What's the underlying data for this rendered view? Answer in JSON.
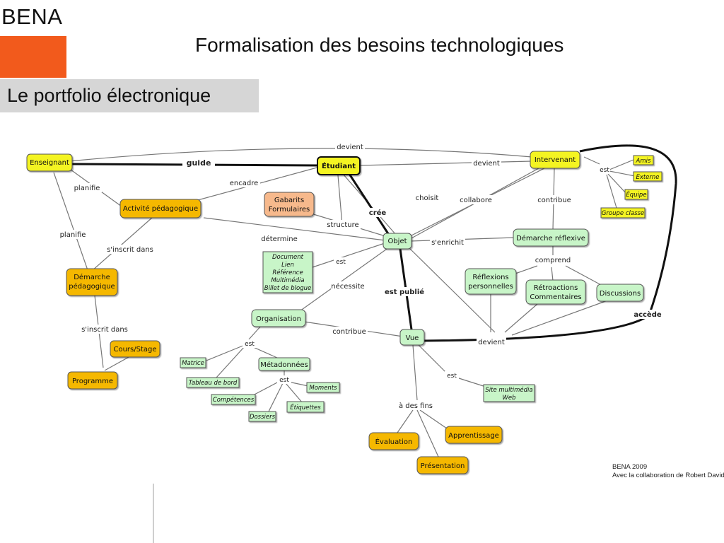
{
  "header": {
    "brand": "BENA",
    "title": "Formalisation des besoins technologiques",
    "section": "Le portfolio électronique"
  },
  "colors": {
    "accent_orange": "#f25a1c",
    "section_bar": "#d6d6d6",
    "node_yellow": "#f4f424",
    "node_gold": "#f5b800",
    "node_green": "#c8f5c8",
    "node_salmon": "#f7b98c"
  },
  "concept_map": {
    "nodes": {
      "enseignant": "Enseignant",
      "etudiant": "Étudiant",
      "intervenant": "Intervenant",
      "activite": "Activité pédagogique",
      "gabarits": [
        "Gabarits",
        "Formulaires"
      ],
      "objet": "Objet",
      "demarche_reflexive": "Démarche réflexive",
      "demarche_pedagogique": [
        "Démarche",
        "pédagogique"
      ],
      "cours": "Cours/Stage",
      "programme": "Programme",
      "types_objet": [
        "Document",
        "Lien",
        "Référence",
        "Multimédia",
        "Billet de blogue"
      ],
      "organisation": "Organisation",
      "vue": "Vue",
      "reflexions": [
        "Réflexions",
        "personnelles"
      ],
      "retroactions": [
        "Rétroactions",
        "Commentaires"
      ],
      "discussions": "Discussions",
      "amis": "Amis",
      "externe": "Externe",
      "equipe": "Équipe",
      "groupe": "Groupe classe",
      "matrice": "Matrice",
      "tableau": "Tableau de bord",
      "metadonnees": "Métadonnées",
      "competences": "Compétences",
      "moments": "Moments",
      "dossiers": "Dossiers",
      "etiquettes": "Étiquettes",
      "site": [
        "Site multimédia",
        "Web"
      ],
      "evaluation": "Évaluation",
      "apprentissage": "Apprentissage",
      "presentation": "Présentation"
    },
    "links": {
      "devient_top": "devient",
      "guide": "guide",
      "devient_right": "devient",
      "planifie_1": "planifie",
      "planifie_2": "planifie",
      "encadre": "encadre",
      "est_intervenant": "est",
      "cree": "crée",
      "choisit": "choisit",
      "collabore": "collabore",
      "contribue_top": "contribue",
      "structure": "structure",
      "determine": "détermine",
      "senrichit": "s'enrichit",
      "sinscrit_1": "s'inscrit dans",
      "sinscrit_2": "s'inscrit dans",
      "est_objet": "est",
      "comprend": "comprend",
      "necessite": "nécessite",
      "est_publie": "est publié",
      "accede": "accède",
      "contribue_vue": "contribue",
      "devient_bottom": "devient",
      "est_org": "est",
      "est_meta": "est",
      "est_vue": "est",
      "a_des_fins": "à des fins"
    }
  },
  "credit": {
    "line1": "BENA 2009",
    "line2": "Avec la collaboration de Robert David"
  }
}
